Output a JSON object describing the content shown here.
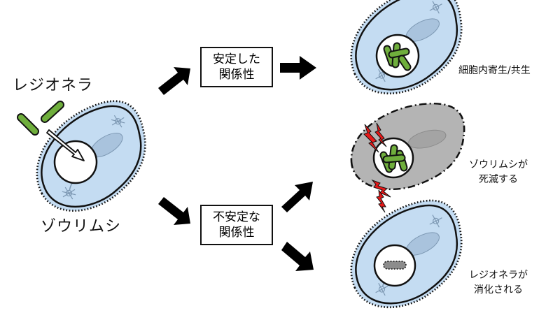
{
  "labels": {
    "legionella": "レジオネラ",
    "paramecium": "ゾウリムシ"
  },
  "boxes": {
    "stable": {
      "line1": "安定した",
      "line2": "関係性"
    },
    "unstable": {
      "line1": "不安定な",
      "line2": "関係性"
    }
  },
  "outcomes": {
    "symbiosis": "細胞内寄生/共生",
    "host_death": {
      "line1": "ゾウリムシが",
      "line2": "死滅する"
    },
    "digested": {
      "line1": "レジオネラが",
      "line2": "消化される"
    }
  },
  "colors": {
    "cell_fill": "#c4dcf2",
    "dead_cell_fill": "#b4b4b4",
    "bacteria": "#6fae3c",
    "damage": "#e61919",
    "outline": "#111111"
  }
}
